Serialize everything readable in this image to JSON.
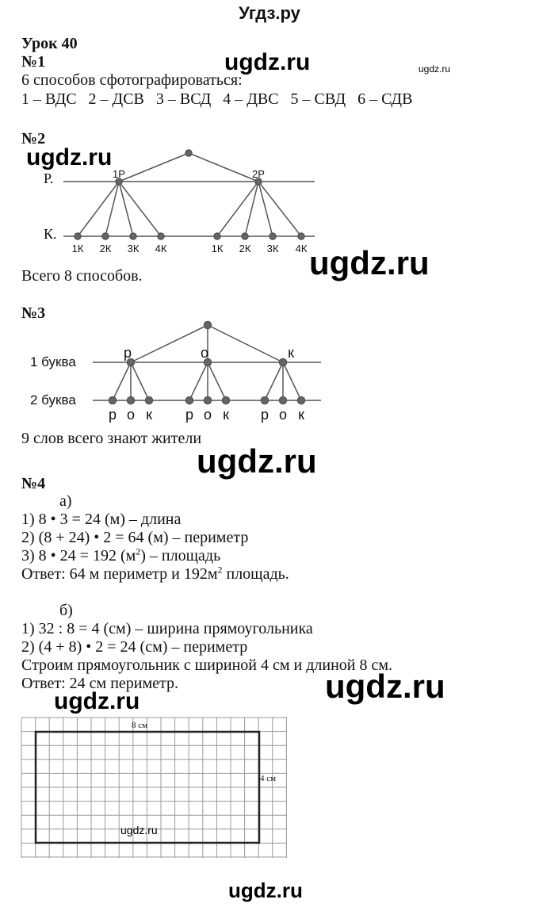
{
  "site_title": "Угдз.ру",
  "watermark": "ugdz.ru",
  "lesson": "Урок 40",
  "task1": {
    "label": "№1",
    "intro": "6 способов сфотографироваться:",
    "ways": "1 – ВДС   2 – ДСВ   3 – ВСД   4 – ДВС   5 – СВД   6 – СДВ"
  },
  "task2": {
    "label": "№2",
    "row_labels": [
      "Р.",
      "К."
    ],
    "level1": [
      "1Р",
      "2Р"
    ],
    "level2": [
      "1К",
      "2К",
      "3К",
      "4К",
      "1К",
      "2К",
      "3К",
      "4К"
    ],
    "result": "Всего 8 способов."
  },
  "task3": {
    "label": "№3",
    "row_labels": [
      "1 буква",
      "2 буква"
    ],
    "level1": [
      "р",
      "о",
      "к"
    ],
    "level2": [
      "р",
      "о",
      "к",
      "р",
      "о",
      "к",
      "р",
      "о",
      "к"
    ],
    "result": "9 слов всего знают жители"
  },
  "task4": {
    "label": "№4",
    "a": {
      "label": "а)",
      "lines": [
        "1) 8 • 3 = 24 (м) – длина",
        "2) (8 + 24) • 2 = 64 (м) – периметр"
      ],
      "line3_pre": "3) 8 • 24 = 192 (м",
      "line3_sup": "2",
      "line3_post": ") – площадь",
      "answer_pre": "Ответ: 64 м периметр и 192м",
      "answer_sup": "2",
      "answer_post": " площадь."
    },
    "b": {
      "label": "б)",
      "lines": [
        "1) 32 : 8 = 4 (см) – ширина прямоугольника",
        "2) (4 + 8) • 2 = 24 (см) – периметр",
        "Строим прямоугольник с шириной 4 см и длиной 8 см.",
        "Ответ: 24 см периметр."
      ]
    },
    "drawing": {
      "width_label": "8 см",
      "height_label": "4 см",
      "width_cm": 8,
      "height_cm": 4
    }
  }
}
